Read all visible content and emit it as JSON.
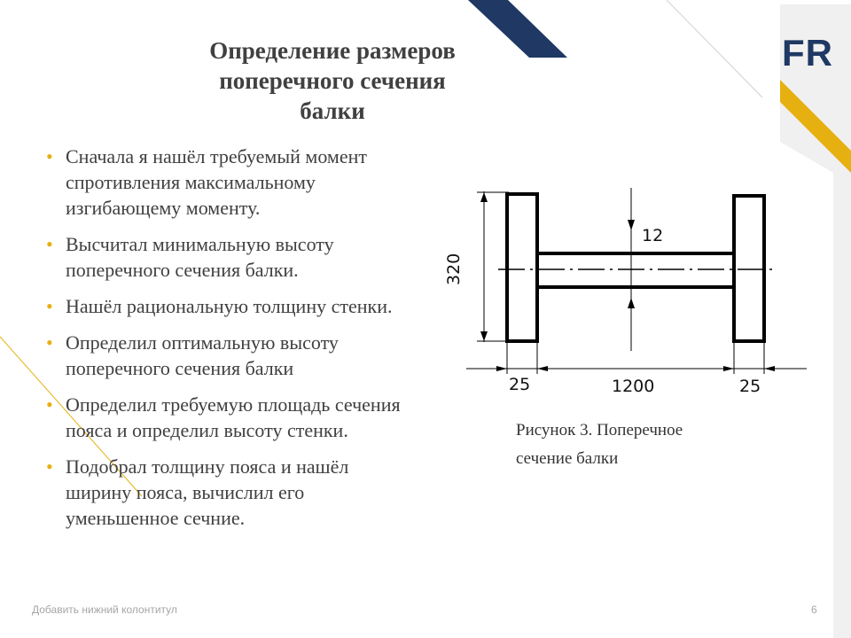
{
  "logo": {
    "text": "FR"
  },
  "title": {
    "lines": [
      "Определение размеров",
      "поперечного сечения",
      "балки"
    ]
  },
  "bullets": [
    "Сначала я нашёл требуемый момент спротивления максимальному изгибающему моменту.",
    "Высчитал минимальную высоту поперечного сечения балки.",
    "Нашёл рациональную толщину стенки.",
    "Определил оптимальную высоту поперечного сечения балки",
    "Определил требуемую площадь сечения пояса и определил высоту стенки.",
    "Подобрал толщину пояса и нашёл ширину пояса, вычислил его уменьшенное сечние."
  ],
  "bullet_marker": "•",
  "figure": {
    "dimensions": {
      "height": "320",
      "web_thickness": "12",
      "flange_left": "25",
      "span": "1200",
      "flange_right": "25"
    },
    "caption_lines": [
      "Рисунок 3. Поперечное",
      "сечение балки"
    ]
  },
  "footer": {
    "text": "Добавить нижний колонтитул",
    "page_number": "6"
  },
  "colors": {
    "navy": "#1f3864",
    "gold": "#e6b010",
    "text": "#404040",
    "decor_gray": "#e7e7e7"
  }
}
